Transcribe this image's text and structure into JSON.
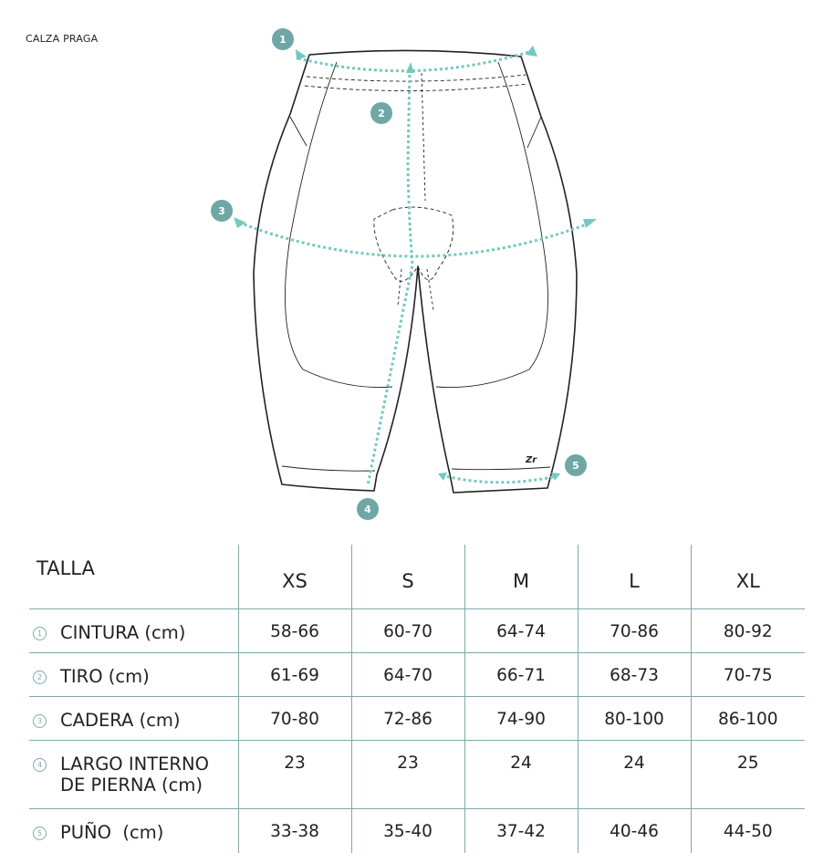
{
  "product": {
    "name": "CALZA PRAGA",
    "brand_mark": "Zr"
  },
  "colors": {
    "accent": "#74c9c1",
    "badge": "#6fa7a5",
    "grid": "#7fa9ad",
    "outline": "#222222"
  },
  "badges": [
    "1",
    "2",
    "3",
    "4",
    "5"
  ],
  "table": {
    "header_label": "TALLA",
    "sizes": [
      "XS",
      "S",
      "M",
      "L",
      "XL"
    ],
    "rows": [
      {
        "num": "1",
        "label": "CINTURA (cm)",
        "values": [
          "58-66",
          "60-70",
          "64-74",
          "70-86",
          "80-92"
        ]
      },
      {
        "num": "2",
        "label": "TIRO (cm)",
        "values": [
          "61-69",
          "64-70",
          "66-71",
          "68-73",
          "70-75"
        ]
      },
      {
        "num": "3",
        "label": "CADERA (cm)",
        "values": [
          "70-80",
          "72-86",
          "74-90",
          "80-100",
          "86-100"
        ]
      },
      {
        "num": "4",
        "label": "LARGO INTERNO DE PIERNA (cm)",
        "values": [
          "23",
          "23",
          "24",
          "24",
          "25"
        ]
      },
      {
        "num": "5",
        "label": "PUÑO  (cm)",
        "values": [
          "33-38",
          "35-40",
          "37-42",
          "40-46",
          "44-50"
        ]
      }
    ]
  }
}
